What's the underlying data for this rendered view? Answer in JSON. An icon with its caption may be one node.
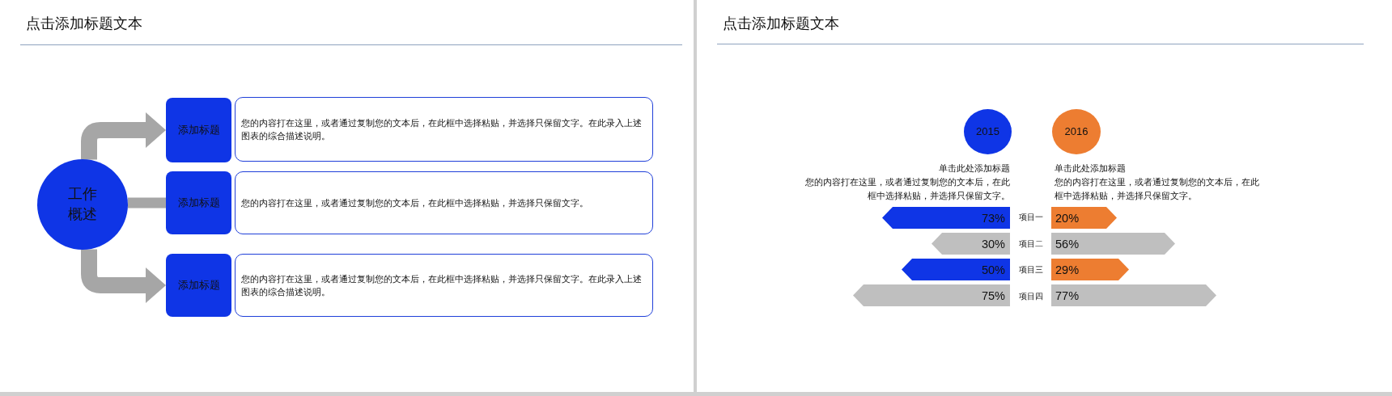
{
  "diagram": {
    "nodes": [
      {
        "text": [
          "工作概述"
        ]
      },
      {
        "text": [
          "添加标题"
        ]
      },
      {
        "text": [
          "您的内容打在这里，或者通过复制您的文本后，在此框中选择粘贴，并选择只保留文字。在此录入上述图表的综合描述说明。"
        ]
      },
      {
        "text": [
          "添加标题"
        ]
      },
      {
        "text": [
          "您的内容打在这里，或者通过复制您的文本后，在此框中选择粘贴，并选择只保留文字。"
        ]
      },
      {
        "text": [
          "添加标题"
        ]
      },
      {
        "text": [
          "您的内容打在这里，或者通过复制您的文本后，在此框中选择粘贴，并选择只保留文字。在此录入上述图表的综合描述说明。"
        ]
      },
      {
        "text": [
          "2015"
        ]
      },
      {
        "text": [
          "2016"
        ]
      },
      {
        "text": [
          "73%"
        ]
      },
      {
        "text": [
          "20%"
        ]
      },
      {
        "text": [
          "30%"
        ]
      },
      {
        "text": [
          "56%"
        ]
      },
      {
        "text": [
          "50%"
        ]
      },
      {
        "text": [
          "29%"
        ]
      },
      {
        "text": [
          "75%"
        ]
      },
      {
        "text": [
          "77%"
        ]
      }
    ],
    "edges": [
      {
        "from": 0,
        "to": 1,
        "arrow": "to"
      },
      {
        "from": 0,
        "to": 3,
        "arrow": "none"
      },
      {
        "from": 0,
        "to": 5,
        "arrow": "to"
      }
    ],
    "labels": [
      "点击添加标题文本",
      "点击添加标题文本",
      "单击此处添加标题",
      "您的内容打在这里，或者通过复制您的文本后，在此框中选择粘贴，并选择只保留文字。",
      "单击此处添加标题",
      "您的内容打在这里，或者通过复制您的文本后，在此框中选择粘贴，并选择只保留文字。",
      "项目一",
      "项目二",
      "项目三",
      "项目四"
    ]
  }
}
